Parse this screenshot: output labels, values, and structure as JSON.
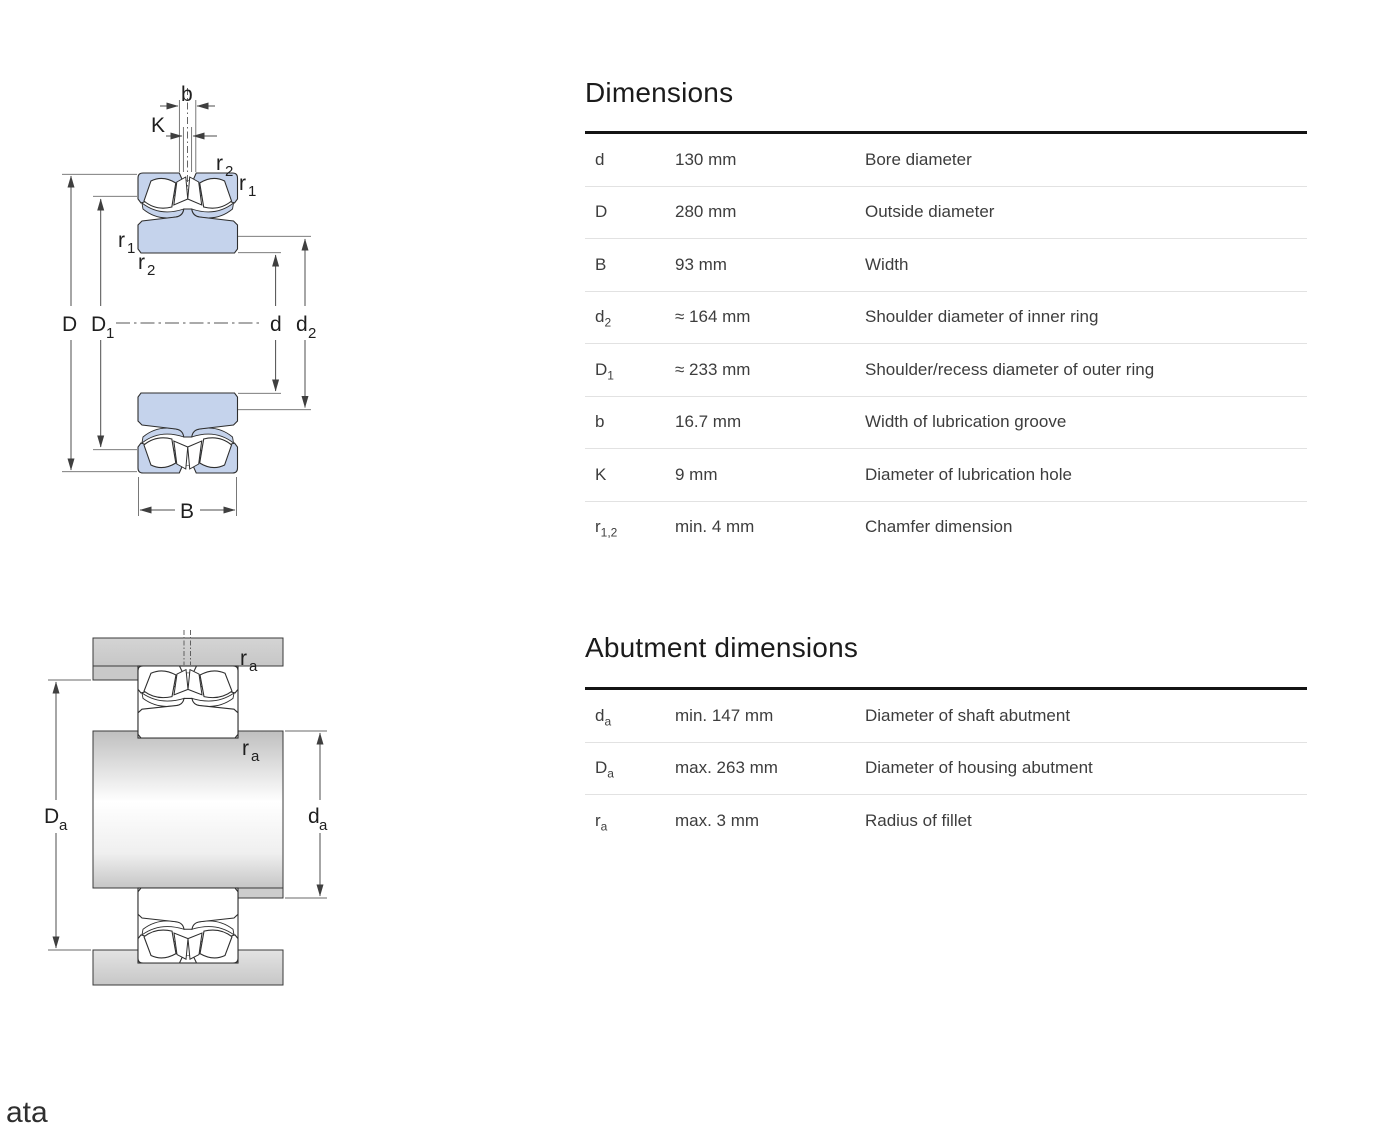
{
  "page": {
    "partial_bottom_text": "ata"
  },
  "colors": {
    "bearing_fill": "#c5d3ec",
    "part_outline": "#2e2e2e",
    "dimension_line": "#4c4c4c",
    "steel_gray": "#cccccc",
    "table_top_border": "#141414",
    "row_separator": "#e2e2e2",
    "heading_text": "#1b1b1b",
    "body_text": "#3d3d3d"
  },
  "figure1": {
    "name": "Bearing cross-section with boundary dimensions",
    "labels": {
      "b": "b",
      "K": "K",
      "r2_top": {
        "base": "r",
        "sub": "2"
      },
      "r1_top": {
        "base": "r",
        "sub": "1"
      },
      "r1_left": {
        "base": "r",
        "sub": "1"
      },
      "r2_left": {
        "base": "r",
        "sub": "2"
      },
      "D": "D",
      "D1": {
        "base": "D",
        "sub": "1"
      },
      "d": "d",
      "d2": {
        "base": "d",
        "sub": "2"
      },
      "B": "B"
    }
  },
  "figure2": {
    "name": "Bearing mounted on shaft and housing (abutment dimensions)",
    "labels": {
      "Da": {
        "base": "D",
        "sub": "a"
      },
      "da": {
        "base": "d",
        "sub": "a"
      },
      "ra_top": {
        "base": "r",
        "sub": "a"
      },
      "ra_mid": {
        "base": "r",
        "sub": "a"
      }
    }
  },
  "dimensions_section": {
    "title": "Dimensions",
    "rows": [
      {
        "symbol": "d",
        "sub": "",
        "value": "130 mm",
        "description": "Bore diameter"
      },
      {
        "symbol": "D",
        "sub": "",
        "value": "280 mm",
        "description": "Outside diameter"
      },
      {
        "symbol": "B",
        "sub": "",
        "value": "93 mm",
        "description": "Width"
      },
      {
        "symbol": "d",
        "sub": "2",
        "value": "≈ 164 mm",
        "description": "Shoulder diameter of inner ring"
      },
      {
        "symbol": "D",
        "sub": "1",
        "value": "≈ 233 mm",
        "description": "Shoulder/recess diameter of outer ring"
      },
      {
        "symbol": "b",
        "sub": "",
        "value": "16.7 mm",
        "description": "Width of lubrication groove"
      },
      {
        "symbol": "K",
        "sub": "",
        "value": "9 mm",
        "description": "Diameter of lubrication hole"
      },
      {
        "symbol": "r",
        "sub": "1,2",
        "value": "min. 4 mm",
        "description": "Chamfer dimension"
      }
    ]
  },
  "abutment_section": {
    "title": "Abutment dimensions",
    "rows": [
      {
        "symbol": "d",
        "sub": "a",
        "value": "min. 147 mm",
        "description": "Diameter of shaft abutment"
      },
      {
        "symbol": "D",
        "sub": "a",
        "value": "max. 263 mm",
        "description": "Diameter of housing abutment"
      },
      {
        "symbol": "r",
        "sub": "a",
        "value": "max. 3 mm",
        "description": "Radius of fillet"
      }
    ]
  }
}
